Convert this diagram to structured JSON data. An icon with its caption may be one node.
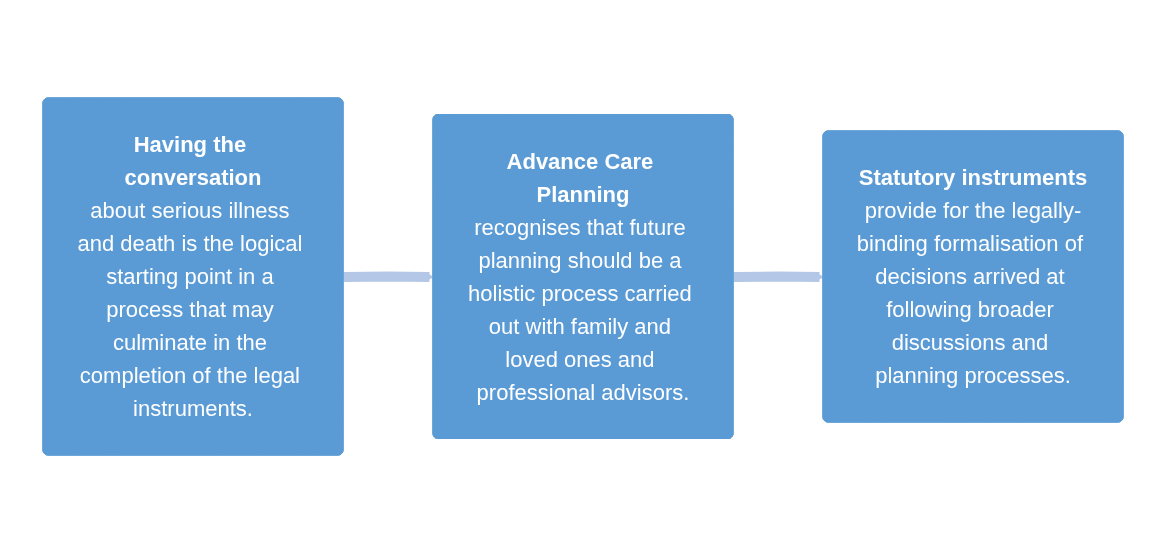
{
  "diagram": {
    "nodes": [
      {
        "text": [
          "Having the conversation",
          "about serious illness and death is the logical starting point in a process that may culminate in the completion of the legal instruments."
        ]
      },
      {
        "text": [
          "Advance Care Planning",
          "recognises that future planning should be a holistic process carried out with family and loved ones and professional advisors."
        ]
      },
      {
        "text": [
          "Statutory instruments",
          "provide for the legally-binding formalisation of decisions arrived at following broader discussions and planning processes."
        ]
      }
    ],
    "edges": [
      {
        "from": 0,
        "to": 1,
        "arrow": "to"
      },
      {
        "from": 1,
        "to": 2,
        "arrow": "to"
      }
    ]
  }
}
